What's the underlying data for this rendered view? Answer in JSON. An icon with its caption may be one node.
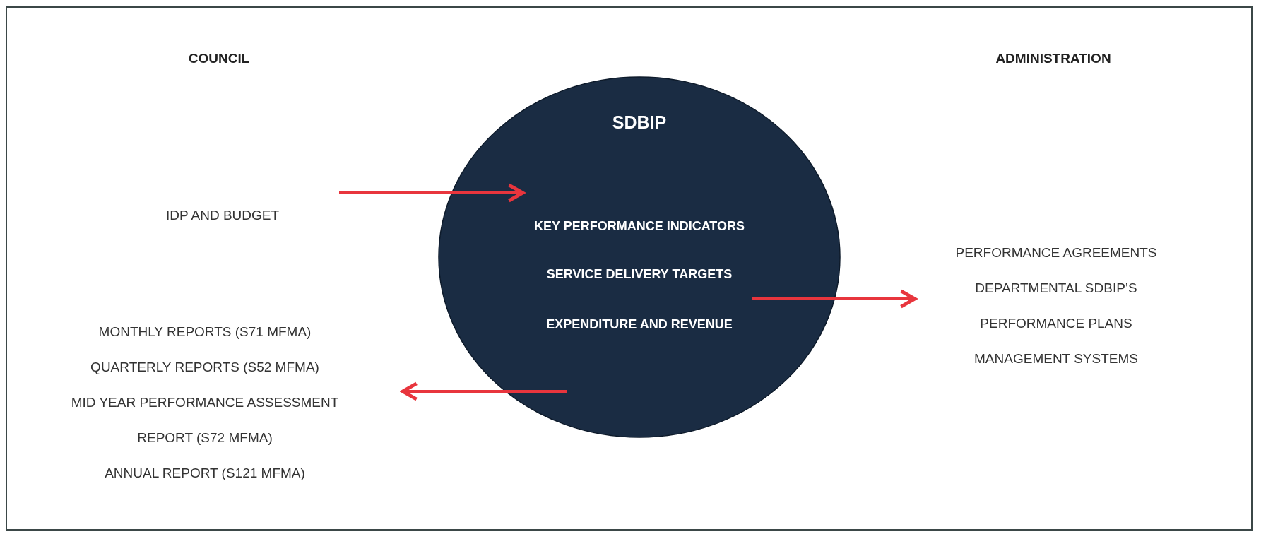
{
  "diagram": {
    "nodes": [
      {
        "text": [
          "SDBIP",
          "KEY PERFORMANCE INDICATORS",
          "SERVICE DELIVERY TARGETS",
          "EXPENDITURE AND REVENUE"
        ]
      },
      {
        "text": [
          "IDP AND BUDGET"
        ]
      },
      {
        "text": [
          "MONTHLY REPORTS (S71 MFMA)",
          "QUARTERLY REPORTS (S52 MFMA)",
          "MID YEAR PERFORMANCE ASSESSMENT REPORT (S72 MFMA)",
          "ANNUAL REPORT (S121 MFMA)"
        ]
      },
      {
        "text": [
          "PERFORMANCE AGREEMENTS",
          "DEPARTMENTAL SDBIP’S",
          "PERFORMANCE PLANS",
          "MANAGEMENT SYSTEMS"
        ]
      }
    ],
    "edges": [
      {
        "from": 1,
        "to": 0,
        "arrow": "to"
      },
      {
        "from": 0,
        "to": 3,
        "arrow": "to"
      },
      {
        "from": 0,
        "to": 2,
        "arrow": "to"
      }
    ],
    "labels": [
      "COUNCIL",
      "ADMINISTRATION"
    ]
  }
}
